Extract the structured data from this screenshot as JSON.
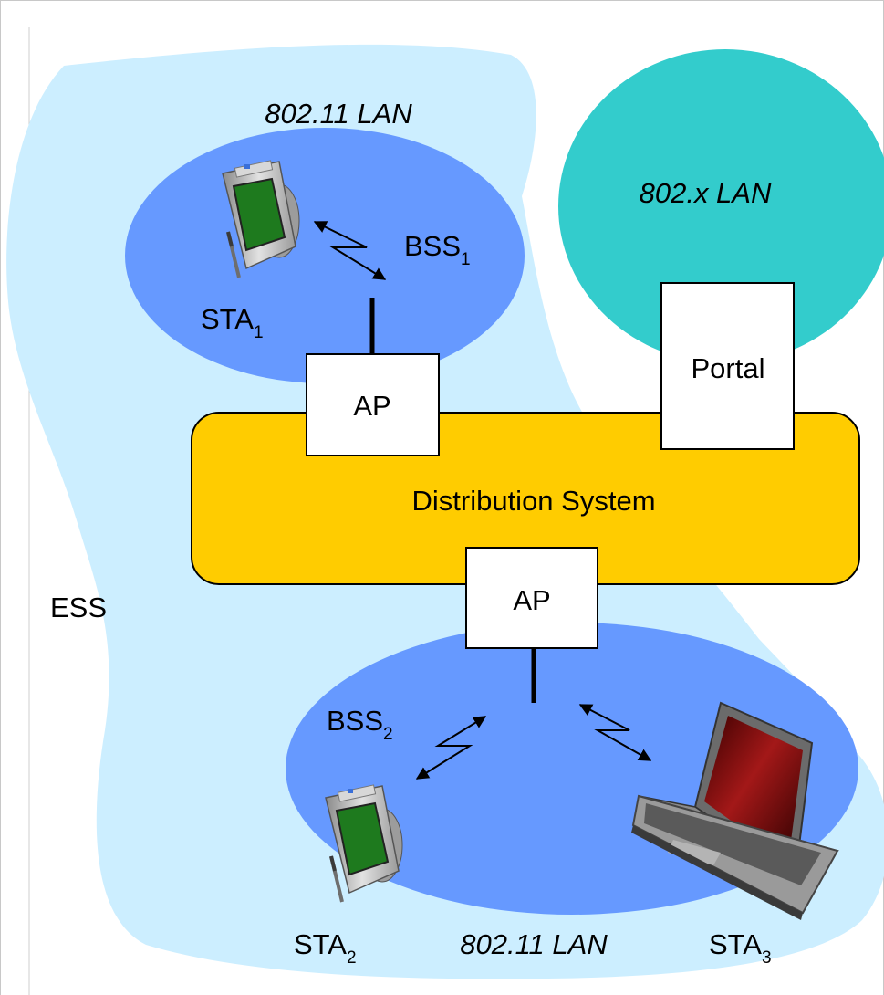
{
  "diagram": {
    "lan_top_label": "802.11 LAN",
    "lan_bottom_label": "802.11 LAN",
    "other_lan_label": "802.x LAN",
    "ess_label": "ESS",
    "bss1": {
      "base": "BSS",
      "sub": "1"
    },
    "bss2": {
      "base": "BSS",
      "sub": "2"
    },
    "sta1": {
      "base": "STA",
      "sub": "1"
    },
    "sta2": {
      "base": "STA",
      "sub": "2"
    },
    "sta3": {
      "base": "STA",
      "sub": "3"
    },
    "ap_top_label": "AP",
    "ap_bottom_label": "AP",
    "portal_label": "Portal",
    "distribution_label": "Distribution System"
  },
  "colors": {
    "ess_region": "#cceeff",
    "bss_region": "#6699ff",
    "other_lan": "#33cccc",
    "distribution_system": "#ffcc00",
    "box_fill": "#ffffff",
    "device_screen": "#1e7a1e"
  },
  "icons": [
    "pda-icon",
    "pda-icon",
    "laptop-icon",
    "wireless-link-icon"
  ]
}
